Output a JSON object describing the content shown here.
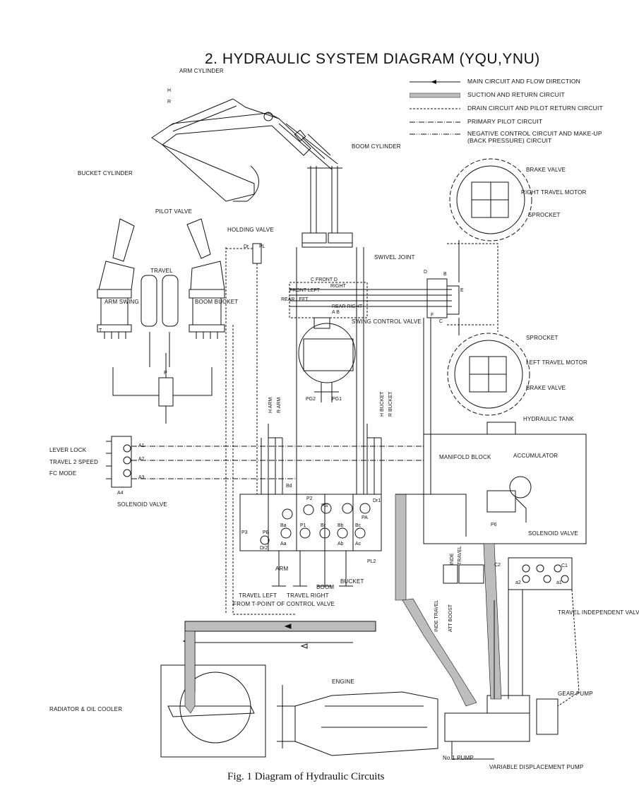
{
  "title": "2.  HYDRAULIC SYSTEM DIAGRAM (YQU,YNU)",
  "caption": "Fig. 1   Diagram of Hydraulic Circuits",
  "legend": [
    {
      "style": "main",
      "text": "MAIN CIRCUIT AND FLOW DIRECTION"
    },
    {
      "style": "suction",
      "text": "SUCTION AND RETURN CIRCUIT"
    },
    {
      "style": "drain",
      "text": "DRAIN CIRCUIT AND PILOT RETURN CIRCUIT"
    },
    {
      "style": "pilot",
      "text": "PRIMARY PILOT CIRCUIT"
    },
    {
      "style": "negative",
      "text": "NEGATIVE CONTROL CIRCUIT AND MAKE-UP (BACK PRESSURE) CIRCUIT"
    }
  ],
  "components": {
    "arm_cylinder": "ARM CYLINDER",
    "boom_cylinder": "BOOM CYLINDER",
    "bucket_cylinder": "BUCKET CYLINDER",
    "pilot_valve": "PILOT VALVE",
    "holding_valve": "HOLDING VALVE",
    "swivel_joint": "SWIVEL JOINT",
    "brake_valve_top": "BRAKE VALVE",
    "right_travel_motor": "RIGHT TRAVEL MOTOR",
    "sprocket_top": "SPROCKET",
    "sprocket_bottom": "SPROCKET",
    "left_travel_motor": "LEFT TRAVEL MOTOR",
    "brake_valve_bottom": "BRAKE VALVE",
    "swing_control_valve": "SWING CONTROL VALVE",
    "hydraulic_tank": "HYDRAULIC TANK",
    "manifold_block": "MANIFOLD BLOCK",
    "accumulator": "ACCUMULATOR",
    "solenoid_valve_right": "SOLENOID VALVE",
    "travel_independent_valve": "TRAVEL INDEPENDENT VALVE",
    "lever_lock": "LEVER LOCK",
    "travel_2_speed": "TRAVEL 2 SPEED",
    "fc_mode": "FC MODE",
    "solenoid_valve_left": "SOLENOID VALVE",
    "engine": "ENGINE",
    "gear_pump": "GEAR PUMP",
    "radiator_oil_cooler": "RADIATOR & OIL COOLER",
    "no1_pump": "No.1 PUMP",
    "variable_displacement_pump": "VARIABLE DISPLACEMENT PUMP",
    "from_t_point": "FROM T-POINT OF CONTROL VALVE",
    "travel_left": "TRAVEL LEFT",
    "travel_right": "TRAVEL RIGHT",
    "boom": "BOOM",
    "arm": "ARM",
    "bucket": "BUCKET",
    "travel": "TRAVEL",
    "arm_swing": "ARM SWING",
    "boom_bucket": "BOOM BUCKET"
  },
  "swivel_ports": {
    "c_front_d": "C FRONT D",
    "right_1": "RIGHT",
    "front_left": "FRONT LEFT",
    "rear_left": "REAR LEFT",
    "rear_right": "REAR RIGHT",
    "a_b": "A B"
  },
  "port_labels": [
    "PL",
    "Dr",
    "H",
    "R",
    "P",
    "T",
    "A1",
    "A2",
    "A3",
    "A4",
    "PG1",
    "PG2",
    "P1",
    "P2",
    "P3",
    "PB",
    "PA",
    "PS",
    "Dr1",
    "Dr2",
    "Ba",
    "Bb",
    "Bc",
    "Bd",
    "Br",
    "Aa",
    "Ab",
    "Ac",
    "PL2",
    "P6",
    "C1",
    "C2",
    "a1",
    "a2",
    "B",
    "C",
    "D",
    "E",
    "F"
  ],
  "vertical_labels": {
    "arm_h": "H ARM",
    "arm_r": "R ARM",
    "bucket_h": "H BUCKET",
    "bucket_r": "R BUCKET",
    "inde": "INDE",
    "travel_v": "TRAVEL",
    "inde_travel": "INDE TRAVEL",
    "att_boost": "ATT BOOST"
  },
  "colors": {
    "ink": "#111111",
    "paper": "#ffffff",
    "suction_fill": "#bdbdbd"
  }
}
